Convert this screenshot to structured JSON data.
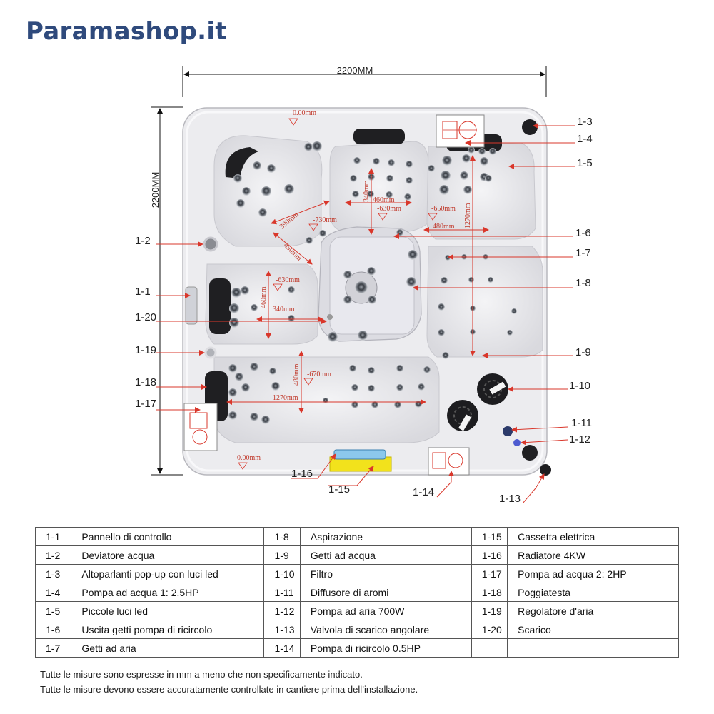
{
  "brand": "Paramashop.it",
  "dimensions": {
    "width": "2200MM",
    "height": "2200MM"
  },
  "measurements": {
    "m0": "0.00mm",
    "m460a": "460mm",
    "m340a": "340mm",
    "m630a": "-630mm",
    "m650": "-650mm",
    "m1270a": "1270mm",
    "m480a": "480mm",
    "m390": "390mm",
    "m730": "-730mm",
    "m450": "450mm",
    "m630b": "-630mm",
    "m460b": "460mm",
    "m340b": "340mm",
    "m480b": "480mm",
    "m670": "-670mm",
    "m1270b": "1270mm",
    "m0b": "0.00mm"
  },
  "callouts": {
    "c1_3": "1-3",
    "c1_4": "1-4",
    "c1_5": "1-5",
    "c1_6": "1-6",
    "c1_7": "1-7",
    "c1_8": "1-8",
    "c1_9": "1-9",
    "c1_10": "1-10",
    "c1_11": "1-11",
    "c1_12": "1-12",
    "c1_13": "1-13",
    "c1_14": "1-14",
    "c1_15": "1-15",
    "c1_16": "1-16",
    "c1_17": "1-17",
    "c1_18": "1-18",
    "c1_19": "1-19",
    "c1_20": "1-20",
    "c1_1": "1-1",
    "c1_2": "1-2"
  },
  "legend": {
    "rows": [
      [
        {
          "code": "1-1",
          "name": "Pannello di controllo"
        },
        {
          "code": "1-8",
          "name": "Aspirazione"
        },
        {
          "code": "1-15",
          "name": "Cassetta elettrica"
        }
      ],
      [
        {
          "code": "1-2",
          "name": "Deviatore acqua"
        },
        {
          "code": "1-9",
          "name": "Getti ad acqua"
        },
        {
          "code": "1-16",
          "name": "Radiatore 4KW"
        }
      ],
      [
        {
          "code": "1-3",
          "name": "Altoparlanti pop-up con luci led"
        },
        {
          "code": "1-10",
          "name": "Filtro"
        },
        {
          "code": "1-17",
          "name": "Pompa ad acqua 2: 2HP"
        }
      ],
      [
        {
          "code": "1-4",
          "name": "Pompa ad acqua 1: 2.5HP"
        },
        {
          "code": "1-11",
          "name": "Diffusore di aromi"
        },
        {
          "code": "1-18",
          "name": "Poggiatesta"
        }
      ],
      [
        {
          "code": "1-5",
          "name": "Piccole luci led"
        },
        {
          "code": "1-12",
          "name": "Pompa ad aria 700W"
        },
        {
          "code": "1-19",
          "name": "Regolatore d'aria"
        }
      ],
      [
        {
          "code": "1-6",
          "name": "Uscita getti pompa di ricircolo"
        },
        {
          "code": "1-13",
          "name": "Valvola di scarico angolare"
        },
        {
          "code": "1-20",
          "name": "Scarico"
        }
      ],
      [
        {
          "code": "1-7",
          "name": "Getti ad aria"
        },
        {
          "code": "1-14",
          "name": "Pompa di ricircolo 0.5HP"
        },
        {
          "code": "",
          "name": ""
        }
      ]
    ]
  },
  "notes": {
    "line1": "Tutte le misure sono espresse in mm a meno che non specificamente indicato.",
    "line2": "Tutte le misure devono essere accuratamente controllate in cantiere prima dell’installazione."
  },
  "colors": {
    "brand": "#2f4a7c",
    "callout": "#d9372b",
    "shell": "#e9e9ec",
    "headrest": "#222222",
    "heater_yellow": "#f2e21c",
    "heater_blue": "#8cc8ec"
  }
}
